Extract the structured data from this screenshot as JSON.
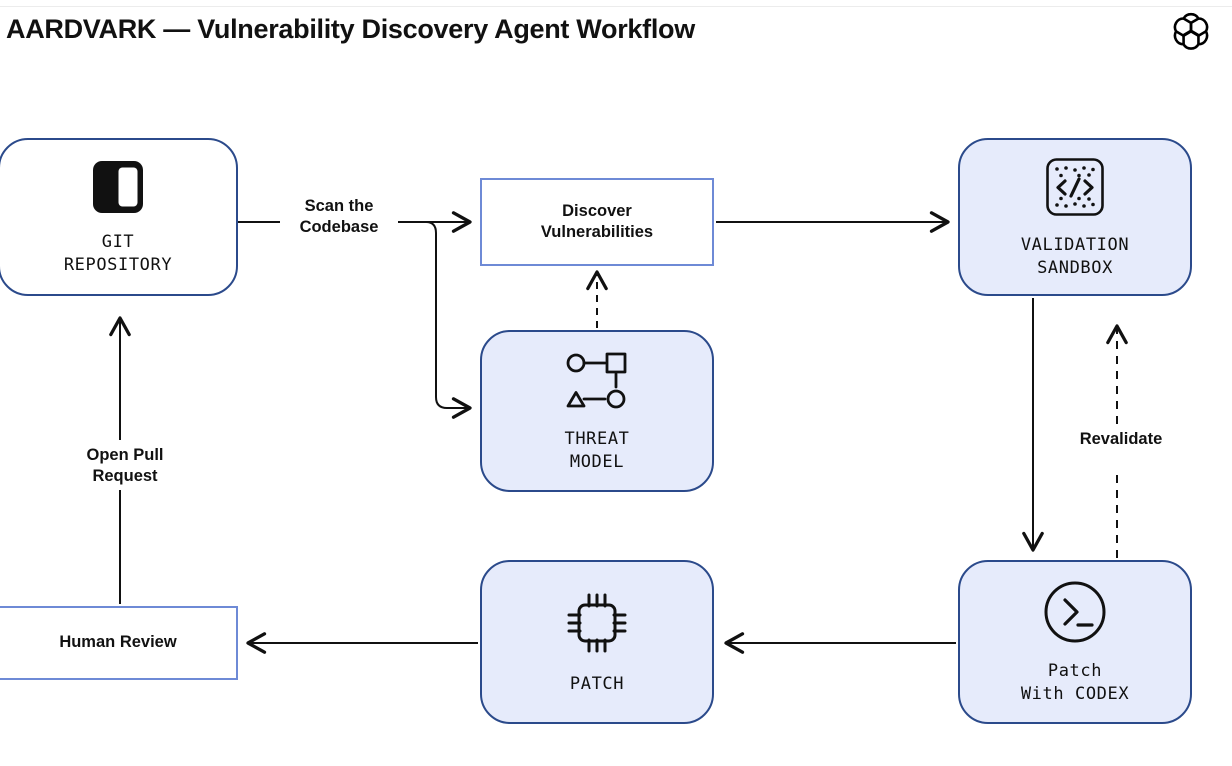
{
  "header": {
    "title": "AARDVARK — Vulnerability Discovery Agent Workflow",
    "logo_name": "openai-logo"
  },
  "diagram": {
    "type": "flowchart",
    "colors": {
      "node_fill_light": "#e6ebfb",
      "node_fill_plain": "#ffffff",
      "rounded_border": "#2b4a8b",
      "rect_border": "#6e8ad6",
      "edge": "#111111",
      "background": "#ffffff"
    },
    "nodes": [
      {
        "id": "git-repository",
        "label": "GIT\nREPOSITORY",
        "shape": "rounded",
        "fill": "plain",
        "icon": "repository-book-icon"
      },
      {
        "id": "discover-vulnerabilities",
        "label": "Discover\nVulnerabilities",
        "shape": "rect",
        "fill": "plain",
        "icon": null
      },
      {
        "id": "validation-sandbox",
        "label": "VALIDATION\nSANDBOX",
        "shape": "rounded",
        "fill": "light",
        "icon": "code-brackets-icon"
      },
      {
        "id": "threat-model",
        "label": "THREAT\nMODEL",
        "shape": "rounded",
        "fill": "light",
        "icon": "node-graph-icon"
      },
      {
        "id": "patch",
        "label": "PATCH",
        "shape": "rounded",
        "fill": "light",
        "icon": "chip-icon"
      },
      {
        "id": "patch-with-codex",
        "label": "Patch\nWith CODEX",
        "shape": "rounded",
        "fill": "light",
        "icon": "terminal-prompt-icon"
      },
      {
        "id": "human-review",
        "label": "Human Review",
        "shape": "rect",
        "fill": "plain",
        "icon": null
      }
    ],
    "edges": [
      {
        "id": "scan-to-discover",
        "from": "git-repository",
        "to": "discover-vulnerabilities",
        "label": "Scan the\nCodebase",
        "style": "solid"
      },
      {
        "id": "scan-to-threat-model",
        "from": "git-repository",
        "to": "threat-model",
        "label": "",
        "style": "solid"
      },
      {
        "id": "threat-to-discover",
        "from": "threat-model",
        "to": "discover-vulnerabilities",
        "label": "",
        "style": "dashed"
      },
      {
        "id": "discover-to-sandbox",
        "from": "discover-vulnerabilities",
        "to": "validation-sandbox",
        "label": "",
        "style": "solid"
      },
      {
        "id": "sandbox-to-codex",
        "from": "validation-sandbox",
        "to": "patch-with-codex",
        "label": "",
        "style": "solid"
      },
      {
        "id": "codex-to-sandbox",
        "from": "patch-with-codex",
        "to": "validation-sandbox",
        "label": "Revalidate",
        "style": "dashed"
      },
      {
        "id": "codex-to-patch",
        "from": "patch-with-codex",
        "to": "patch",
        "label": "",
        "style": "solid"
      },
      {
        "id": "patch-to-human-review",
        "from": "patch",
        "to": "human-review",
        "label": "",
        "style": "solid"
      },
      {
        "id": "human-review-to-git",
        "from": "human-review",
        "to": "git-repository",
        "label": "Open Pull\nRequest",
        "style": "solid"
      }
    ]
  }
}
